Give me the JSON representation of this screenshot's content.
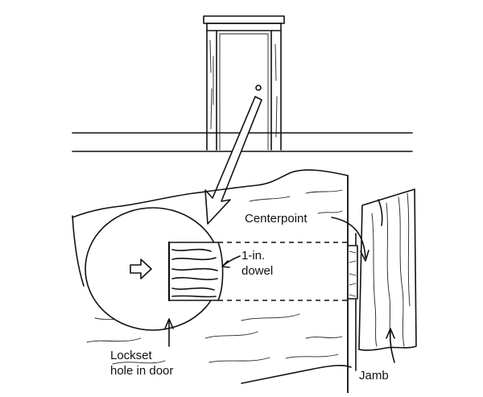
{
  "labels": {
    "centerpoint": "Centerpoint",
    "dowel_line1": "1-in.",
    "dowel_line2": "dowel",
    "lockset_line1": "Lockset",
    "lockset_line2": "hole in door",
    "jamb": "Jamb"
  }
}
